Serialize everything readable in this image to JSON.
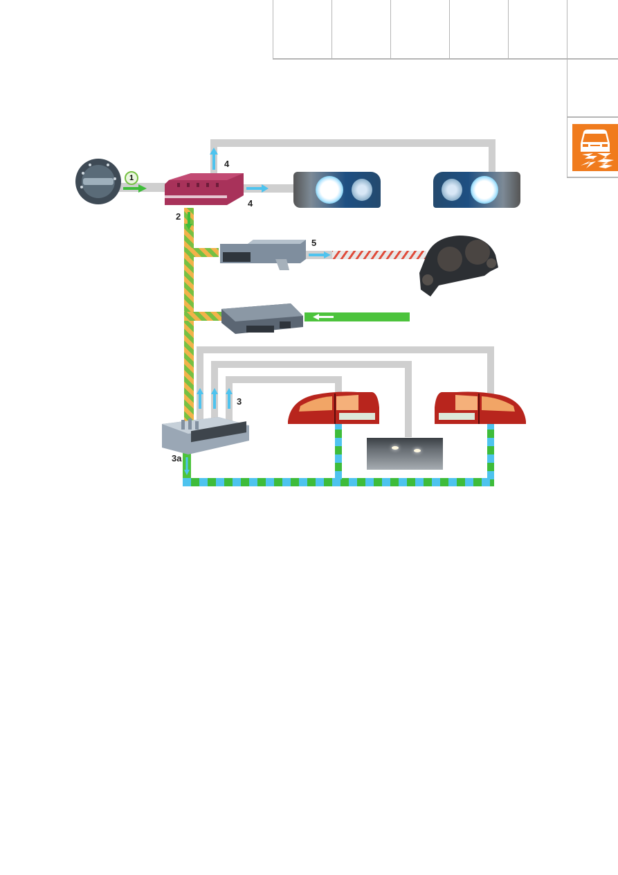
{
  "header": {
    "grid_columns": 6,
    "side_tab_icon": "skidding-car-icon",
    "accent_color": "#f07b1d"
  },
  "diagram": {
    "labels": {
      "step1": "1",
      "step2": "2",
      "step3": "3",
      "step3a": "3a",
      "step4_top": "4",
      "step4_right": "4",
      "step5": "5"
    },
    "components": [
      "light-switch",
      "onboard-supply-control-unit",
      "left-headlight",
      "right-headlight",
      "gateway-control-unit",
      "instrument-cluster",
      "control-unit-green-input",
      "rear-control-unit",
      "left-tail-light",
      "right-tail-light",
      "licence-plate-light"
    ],
    "line_colors": {
      "gray": "#cfcfcf",
      "orange": "#f2b24a",
      "green": "#4cc33c",
      "blue": "#4ec3ee",
      "red": "#e04b3a"
    }
  }
}
